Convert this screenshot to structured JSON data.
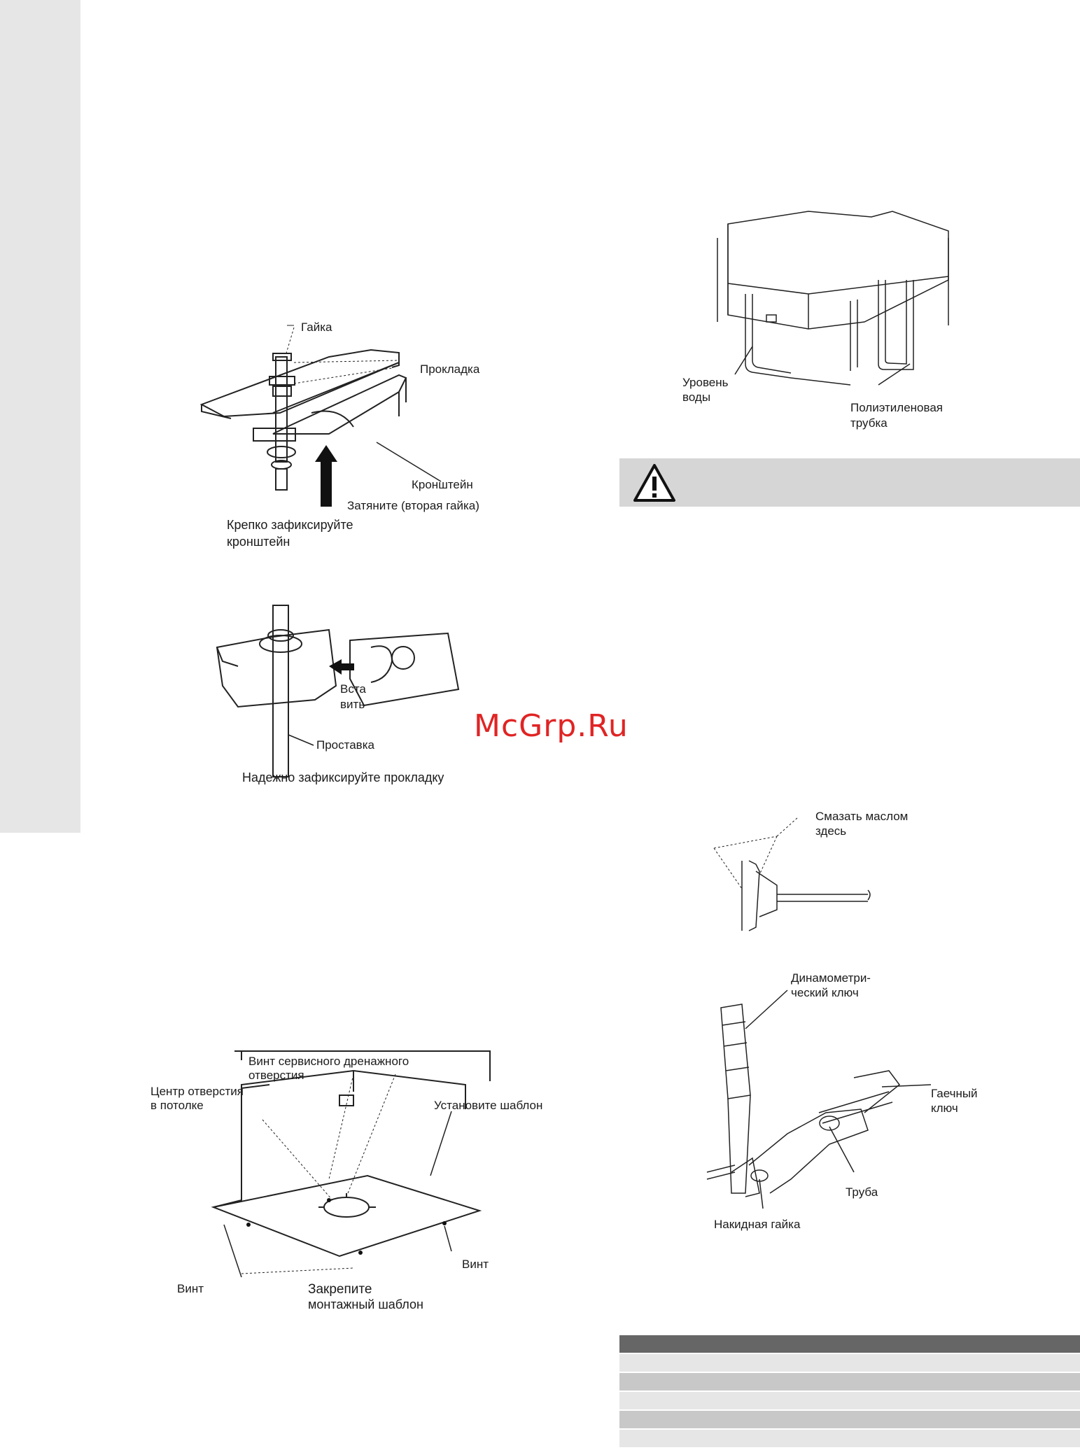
{
  "watermark": "McGrp.Ru",
  "fig1": {
    "label_nut": "Гайка",
    "label_washer": "Прокладка",
    "label_bracket": "Кронштейн",
    "label_tighten": "Затяните (вторая гайка)",
    "caption_line1": "Крепко зафиксируйте",
    "caption_line2": "кронштейн"
  },
  "fig2": {
    "label_insert_1": "Вста",
    "label_insert_2": "вить",
    "label_spacer": "Проставка",
    "caption": "Надежно зафиксируйте прокладку"
  },
  "fig3": {
    "label_drain_screw_1": "Винт сервисного дренажного",
    "label_drain_screw_2": "отверстия",
    "label_center_1": "Центр отверстия",
    "label_center_2": "в потолке",
    "label_install": "Установите шаблон",
    "label_screw_right": "Винт",
    "label_screw_left": "Винт",
    "caption_line1": "Закрепите",
    "caption_line2": "монтажный шаблон"
  },
  "fig4": {
    "label_water_1": "Уровень",
    "label_water_2": "воды",
    "label_tube_1": "Полиэтиленовая",
    "label_tube_2": "трубка"
  },
  "fig5": {
    "label_oil_1": "Смазать маслом",
    "label_oil_2": "здесь"
  },
  "fig6": {
    "label_torque_1": "Динамометри-",
    "label_torque_2": "ческий ключ",
    "label_wrench_1": "Гаечный",
    "label_wrench_2": "ключ",
    "label_pipe": "Труба",
    "label_flare_nut": "Накидная гайка"
  },
  "colors": {
    "sidebar": "#e6e6e6",
    "warning_bar": "#d6d6d6",
    "watermark": "#e02424"
  },
  "icons": [
    "warning-triangle-icon"
  ]
}
